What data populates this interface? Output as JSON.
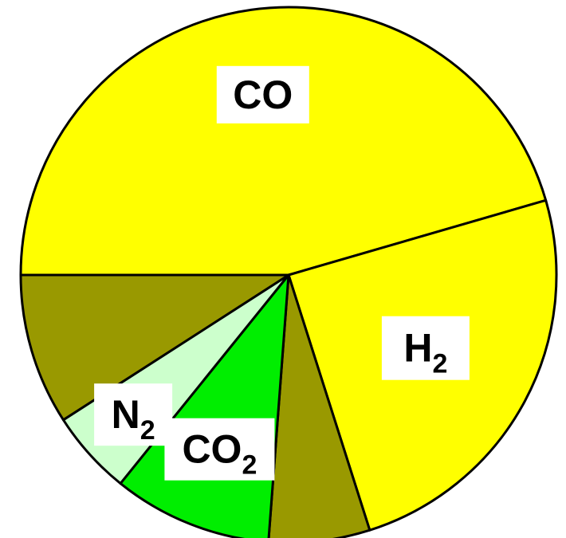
{
  "chart_data": {
    "type": "pie",
    "title": "",
    "slices": [
      {
        "label": "CO",
        "label_main": "CO",
        "label_sub": "",
        "value": 45.5,
        "color": "#ffff00",
        "show_label": true
      },
      {
        "label": "H2",
        "label_main": "H",
        "label_sub": "2",
        "value": 24.6,
        "color": "#ffff00",
        "show_label": true
      },
      {
        "label": "",
        "label_main": "",
        "label_sub": "",
        "value": 6.1,
        "color": "#999900",
        "show_label": false
      },
      {
        "label": "CO2",
        "label_main": "CO",
        "label_sub": "2",
        "value": 9.6,
        "color": "#00ee00",
        "show_label": true
      },
      {
        "label": "N2",
        "label_main": "N",
        "label_sub": "2",
        "value": 5.1,
        "color": "#ccffcc",
        "show_label": true
      },
      {
        "label": "",
        "label_main": "",
        "label_sub": "",
        "value": 9.1,
        "color": "#999900",
        "show_label": false
      }
    ]
  }
}
